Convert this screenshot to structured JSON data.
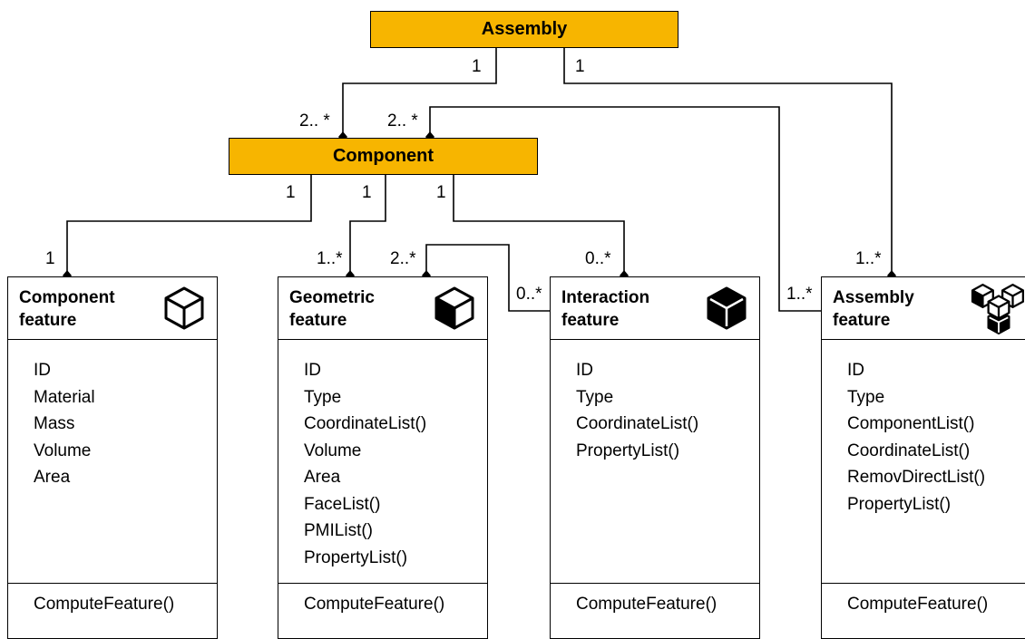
{
  "colors": {
    "accent": "#f7b500",
    "line": "#000000"
  },
  "assembly": {
    "label": "Assembly"
  },
  "component": {
    "label": "Component"
  },
  "multiplicities": {
    "assembly_left": "1",
    "assembly_right": "1",
    "component_top_left": "2.. *",
    "component_top_right": "2.. *",
    "component_to_cf": "1",
    "component_to_gf": "1",
    "component_to_if": "1",
    "cf_top": "1",
    "gf_top": "1..*",
    "gf_top_right": "2..*",
    "if_top": "0..*",
    "if_left": "0..*",
    "af_left": "1..*",
    "af_top": "1..*"
  },
  "classes": [
    {
      "id": "component-feature",
      "name_line1": "Component",
      "name_line2": "feature",
      "icon": "cube-outline-icon",
      "attributes": [
        "ID",
        "Material",
        "Mass",
        "Volume",
        "Area"
      ],
      "operation": "ComputeFeature()"
    },
    {
      "id": "geometric-feature",
      "name_line1": "Geometric",
      "name_line2": "feature",
      "icon": "cube-half-filled-icon",
      "attributes": [
        "ID",
        "Type",
        "CoordinateList()",
        "Volume",
        "Area",
        "FaceList()",
        "PMIList()",
        "PropertyList()"
      ],
      "operation": "ComputeFeature()"
    },
    {
      "id": "interaction-feature",
      "name_line1": "Interaction",
      "name_line2": "feature",
      "icon": "cube-filled-icon",
      "attributes": [
        "ID",
        "Type",
        "CoordinateList()",
        "PropertyList()"
      ],
      "operation": "ComputeFeature()"
    },
    {
      "id": "assembly-feature",
      "name_line1": "Assembly",
      "name_line2": "feature",
      "icon": "cube-cluster-icon",
      "attributes": [
        "ID",
        "Type",
        "ComponentList()",
        "CoordinateList()",
        "RemovDirectList()",
        "PropertyList()"
      ],
      "operation": "ComputeFeature()"
    }
  ]
}
